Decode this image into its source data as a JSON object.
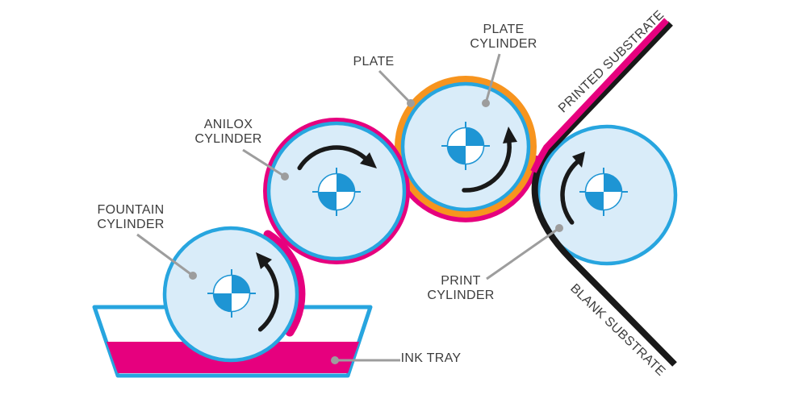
{
  "colors": {
    "magenta": "#e6007e",
    "orange": "#f7941e",
    "cyan": "#27a5df",
    "reg_blue": "#1e95d4",
    "light_blue": "#d9ecf9",
    "black": "#191919",
    "leader_gray": "#9d9d9d",
    "label_text": "#3d3d3d"
  },
  "labels": {
    "fountain_cylinder": {
      "line1": "FOUNTAIN",
      "line2": "CYLINDER"
    },
    "anilox_cylinder": {
      "line1": "ANILOX",
      "line2": "CYLINDER"
    },
    "plate": {
      "text": "PLATE"
    },
    "plate_cylinder": {
      "line1": "PLATE",
      "line2": "CYLINDER"
    },
    "print_cylinder": {
      "line1": "PRINT",
      "line2": "CYLINDER"
    },
    "ink_tray": {
      "text": "INK TRAY"
    },
    "printed_substrate": {
      "text": "PRINTED SUBSTRATE"
    },
    "blank_substrate": {
      "text": "BLANK SUBSTRATE"
    }
  }
}
